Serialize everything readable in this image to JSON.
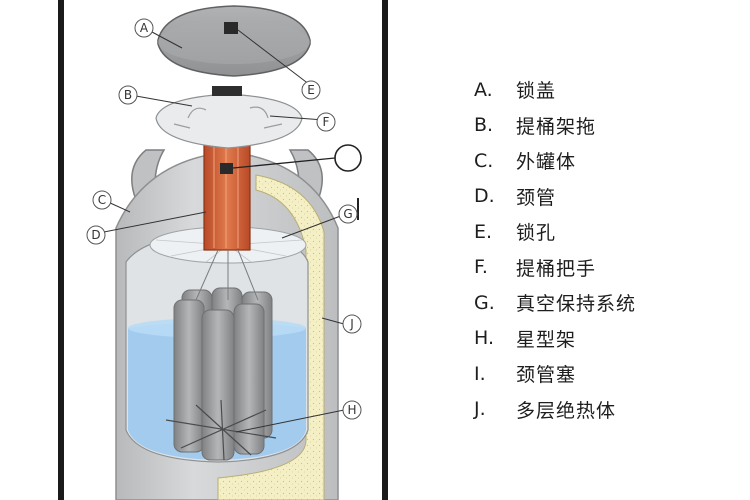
{
  "callouts": [
    {
      "letter": "A"
    },
    {
      "letter": "B"
    },
    {
      "letter": "C"
    },
    {
      "letter": "D"
    },
    {
      "letter": "E"
    },
    {
      "letter": "F"
    },
    {
      "letter": "G"
    },
    {
      "letter": "H"
    },
    {
      "letter": "J"
    }
  ],
  "legend": [
    {
      "letter": "A.",
      "text": "锁盖"
    },
    {
      "letter": "B.",
      "text": "提桶架拖"
    },
    {
      "letter": "C.",
      "text": "外罐体"
    },
    {
      "letter": "D.",
      "text": "颈管"
    },
    {
      "letter": "E.",
      "text": "锁孔"
    },
    {
      "letter": "F.",
      "text": "提桶把手"
    },
    {
      "letter": "G.",
      "text": "真空保持系统"
    },
    {
      "letter": "H.",
      "text": "星型架"
    },
    {
      "letter": "I.",
      "text": "颈管塞"
    },
    {
      "letter": "J.",
      "text": "多层绝热体"
    }
  ],
  "colors": {
    "tank_silver": "#c9cbcc",
    "liquid_blue": "#9cc8ee",
    "neck_orange": "#d4643a",
    "insulation": "#f4efc4",
    "canister_gray": "#9a9a9a"
  }
}
